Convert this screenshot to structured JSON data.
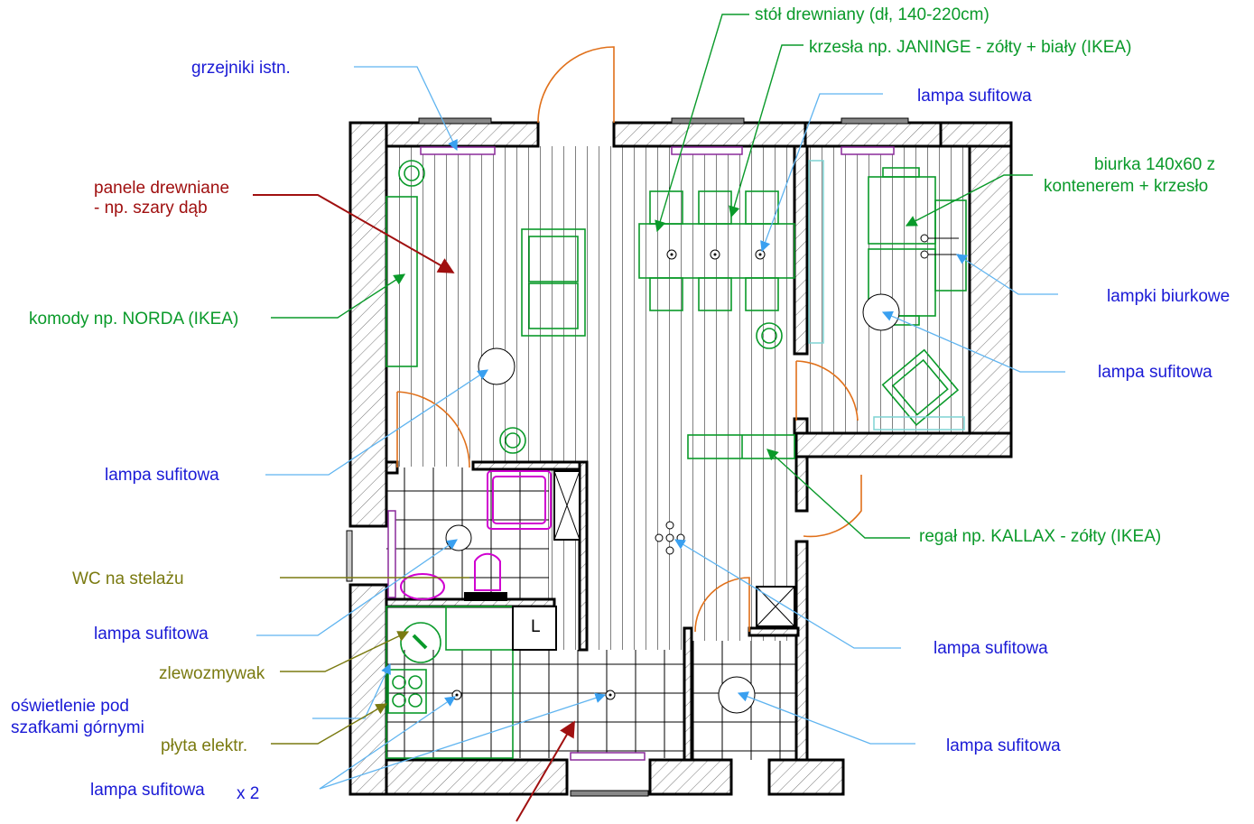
{
  "colors": {
    "label_blue": "#1a1ad6",
    "label_green": "#0a9a2a",
    "label_olive": "#7a7a10",
    "label_red": "#a01010",
    "leader_blue": "#5fb4f0",
    "furniture_green": "#0a9a2a",
    "bathroom_pink": "#d000d0",
    "radiator_purple": "#8a2a9a",
    "door_orange": "#e0701a"
  },
  "labels": {
    "stol": "stół drewniany (dł, 140-220cm)",
    "krzesla": "krzesła np. JANINGE - zółty + biały (IKEA)",
    "lampa_top": "lampa sufitowa",
    "grzejniki": "grzejniki istn.",
    "panele_1": "panele drewniane",
    "panele_2": "- np. szary dąb",
    "biurka_1": "biurka 140x60 z",
    "biurka_2": "kontenerem + krzesło",
    "lampki": "lampki biurkowe",
    "komody": "komody np. NORDA (IKEA)",
    "lampa_office": "lampa sufitowa",
    "lampa_living": "lampa sufitowa",
    "regal": "regał np. KALLAX - zółty (IKEA)",
    "wc": "WC na stelażu",
    "lampa_bath": "lampa sufitowa",
    "lampa_hall": "lampa sufitowa",
    "zlew": "zlewozmywak",
    "oswietlenie_1": "oświetlenie pod",
    "oswietlenie_2": "szafkami górnymi",
    "plyta": "płyta elektr.",
    "lampa_small": "lampa sufitowa",
    "lampa_kitchen": "lampa sufitowa",
    "x2": "x 2",
    "fridge": "L"
  },
  "icons": [
    "arrow-icon",
    "ceiling-lamp-icon",
    "plant-icon",
    "desk-lamp-icon",
    "fan-icon"
  ]
}
